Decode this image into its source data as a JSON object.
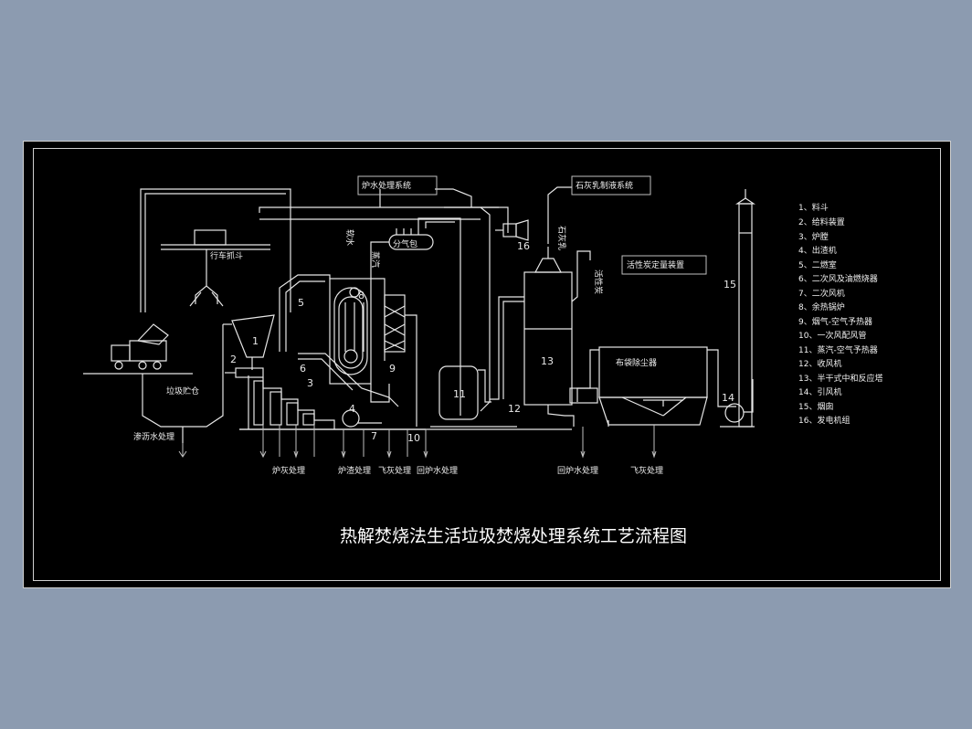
{
  "title": "热解焚烧法生活垃圾焚烧处理系统工艺流程图",
  "labels": {
    "crane": "行车抓斗",
    "storage": "垃圾贮仓",
    "leachate": "渗沥水处理",
    "water_treatment": "炉水处理系统",
    "lime_system": "石灰乳制液系统",
    "carbon_system": "活性炭定量装置",
    "drum": "分气包",
    "baghouse": "布袋除尘器",
    "ash1": "炉灰处理",
    "slag": "炉渣处理",
    "flyash1": "飞灰处理",
    "return_water1": "回炉水处理",
    "return_water2": "回炉水处理",
    "flyash2": "飞灰处理",
    "vert_water": "软水",
    "vert_steam": "蒸汽",
    "vert_lime": "石灰乳",
    "vert_carbon": "活性炭"
  },
  "numbers": [
    "1",
    "2",
    "3",
    "4",
    "5",
    "6",
    "7",
    "8",
    "9",
    "10",
    "11",
    "12",
    "13",
    "14",
    "15",
    "16"
  ],
  "legend": [
    "1、料斗",
    "2、给料装置",
    "3、炉膛",
    "4、出渣机",
    "5、二燃室",
    "6、二次风及油燃烧器",
    "7、二次风机",
    "8、余热锅炉",
    "9、烟气-空气予热器",
    "10、一次风配风管",
    "11、蒸汽-空气予热器",
    "12、收风机",
    "13、半干式中和反应塔",
    "14、引风机",
    "15、烟囱",
    "16、发电机组"
  ]
}
